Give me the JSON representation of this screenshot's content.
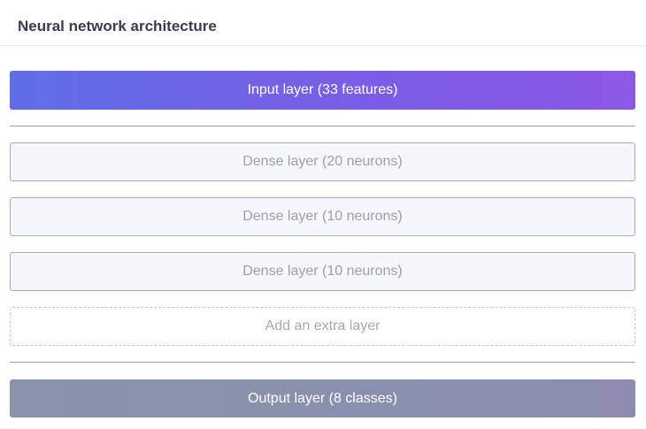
{
  "header": {
    "title": "Neural network architecture"
  },
  "input_layer": {
    "label": "Input layer (33 features)"
  },
  "hidden_layers": [
    {
      "label": "Dense layer (20 neurons)"
    },
    {
      "label": "Dense layer (10 neurons)"
    },
    {
      "label": "Dense layer (10 neurons)"
    }
  ],
  "add_layer": {
    "label": "Add an extra layer"
  },
  "output_layer": {
    "label": "Output layer (8 classes)"
  },
  "colors": {
    "input_gradient_start": "#5f6fe6",
    "input_gradient_end": "#8b5ae4",
    "dense_border": "#a6abc2",
    "output_gradient": "#8a93aa"
  }
}
